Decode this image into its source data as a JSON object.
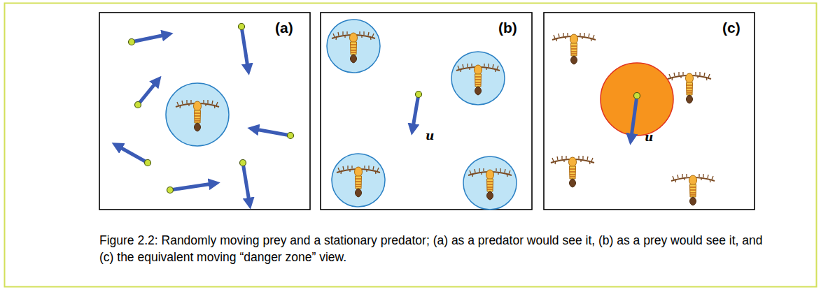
{
  "diagram": {
    "caption": "Figure 2.2: Randomly moving prey and a stationary predator; (a) as a predator would see it, (b) as a prey would see it, and (c) the equivalent moving “danger zone” view.",
    "labels": [
      "(a)",
      "(b)",
      "(c)",
      "u",
      "u"
    ]
  }
}
